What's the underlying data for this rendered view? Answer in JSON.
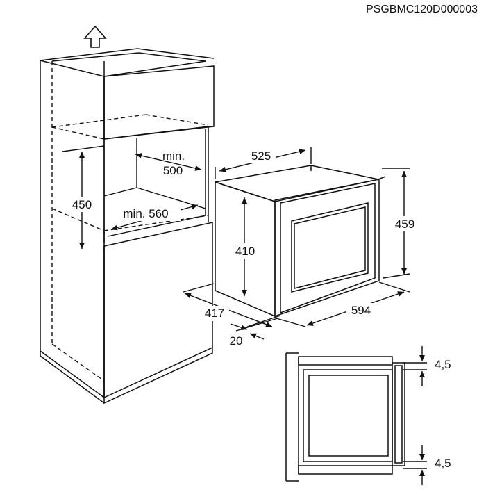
{
  "diagram": {
    "code": "PSGBMC120D000003",
    "labels": {
      "min_depth": [
        "min.",
        "500"
      ],
      "min_width": "min. 560",
      "niche_height": "450",
      "oven_depth_top": "525",
      "oven_height": "459",
      "oven_inner_height": "410",
      "oven_depth_side": "417",
      "oven_width": "594",
      "front_gap": "20",
      "gap_top": "4,5",
      "gap_bottom": "4,5"
    },
    "colors": {
      "line": "#111111",
      "background": "#ffffff"
    },
    "icons": [
      "up-arrow-icon"
    ]
  }
}
